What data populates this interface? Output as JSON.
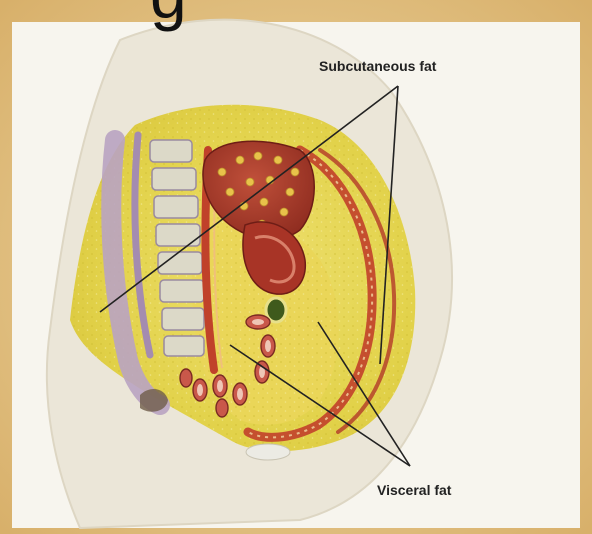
{
  "heading": {
    "partial_text": "g"
  },
  "labels": {
    "subcutaneous": "Subcutaneous fat",
    "visceral": "Visceral fat"
  },
  "colors": {
    "parchment": "#e8c98a",
    "panel": "#f7f5ee",
    "body_outline": "#ebe6d8",
    "fat_yellow": "#e4d64a",
    "muscle_red": "#b84a2c",
    "organ_red": "#9c2e22",
    "spine_purple": "#b9a3c2",
    "vertebra_grey": "#dcd9c8",
    "leader_line": "#222222"
  }
}
